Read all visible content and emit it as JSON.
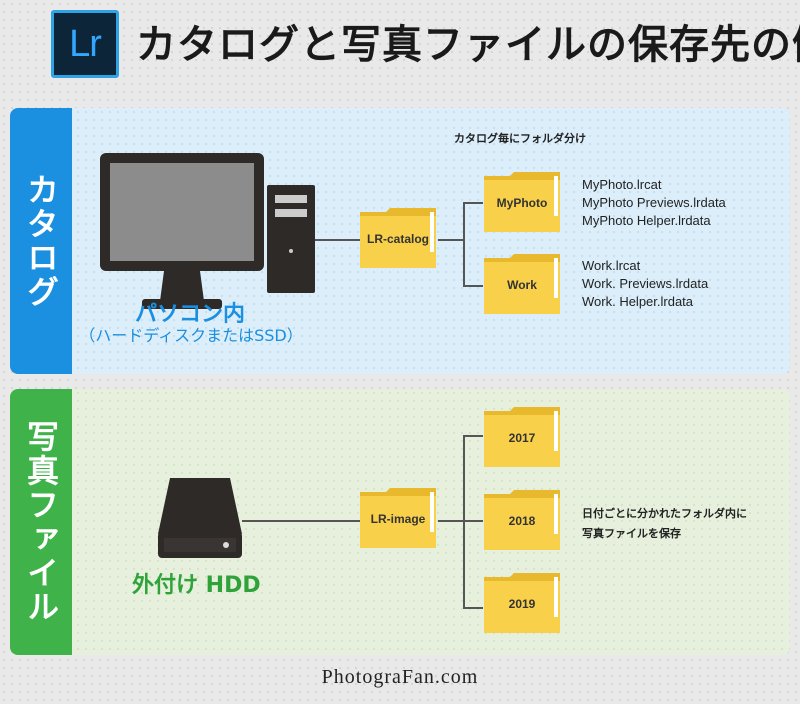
{
  "header": {
    "logo_text": "Lr",
    "title": "カタログと写真ファイルの保存先の例"
  },
  "catalog_section": {
    "side_label": "カタログ",
    "note": "カタログ毎にフォルダ分け",
    "pc_label": "パソコン内",
    "pc_sublabel": "（ハードディスクまたはSSD）",
    "root_folder": "LR-catalog",
    "folders": [
      {
        "name": "MyPhoto",
        "files": [
          "MyPhoto.lrcat",
          "MyPhoto Previews.lrdata",
          "MyPhoto Helper.lrdata"
        ]
      },
      {
        "name": "Work",
        "files": [
          "Work.lrcat",
          "Work. Previews.lrdata",
          "Work. Helper.lrdata"
        ]
      }
    ]
  },
  "photo_section": {
    "side_label": "写真ファイル",
    "hdd_label": "外付け HDD",
    "root_folder": "LR-image",
    "folders": [
      "2017",
      "2018",
      "2019"
    ],
    "note_line1": "日付ごとに分かれたフォルダ内に",
    "note_line2": "写真ファイルを保存"
  },
  "footer": {
    "site": "PhotograFan.com"
  },
  "colors": {
    "catalog_accent": "#1b8fe0",
    "photo_accent": "#3fb34a",
    "folder_yellow": "#f9d04a",
    "logo_bg": "#0c2538"
  },
  "icons": [
    "lightroom-logo-icon",
    "desktop-monitor-icon",
    "pc-tower-icon",
    "external-hdd-icon",
    "folder-icon"
  ]
}
